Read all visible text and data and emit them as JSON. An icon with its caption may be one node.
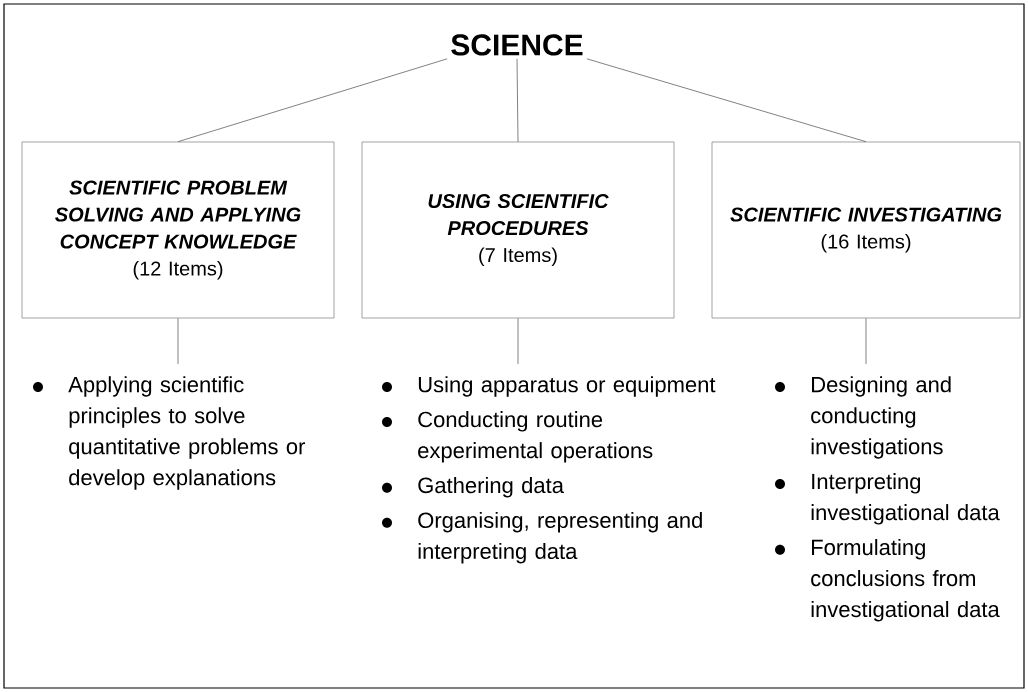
{
  "diagram": {
    "nodes": [
      {
        "text": [
          "SCIENCE"
        ]
      },
      {
        "text": [
          "SCIENTIFIC PROBLEM SOLVING AND APPLYING CONCEPT KNOWLEDGE",
          "(12 Items)"
        ]
      },
      {
        "text": [
          "USING SCIENTIFIC PROCEDURES",
          "(7 Items)"
        ]
      },
      {
        "text": [
          "SCIENTIFIC INVESTIGATING",
          "(16 Items)"
        ]
      },
      {
        "text": [
          "Applying scientific principles to solve quantitative problems or develop explanations"
        ]
      },
      {
        "text": [
          "Using apparatus or equipment",
          "Conducting routine experimental operations",
          "Gathering data",
          "Organising, representing and interpreting data"
        ]
      },
      {
        "text": [
          "Designing and conducting investigations",
          "Interpreting investigational data",
          "Formulating conclusions from investigational data"
        ]
      }
    ],
    "edges": [
      {
        "from": 0,
        "to": 1,
        "arrow": "none"
      },
      {
        "from": 0,
        "to": 2,
        "arrow": "none"
      },
      {
        "from": 0,
        "to": 3,
        "arrow": "none"
      },
      {
        "from": 1,
        "to": 4,
        "arrow": "none"
      },
      {
        "from": 2,
        "to": 5,
        "arrow": "none"
      },
      {
        "from": 3,
        "to": 6,
        "arrow": "none"
      }
    ]
  }
}
